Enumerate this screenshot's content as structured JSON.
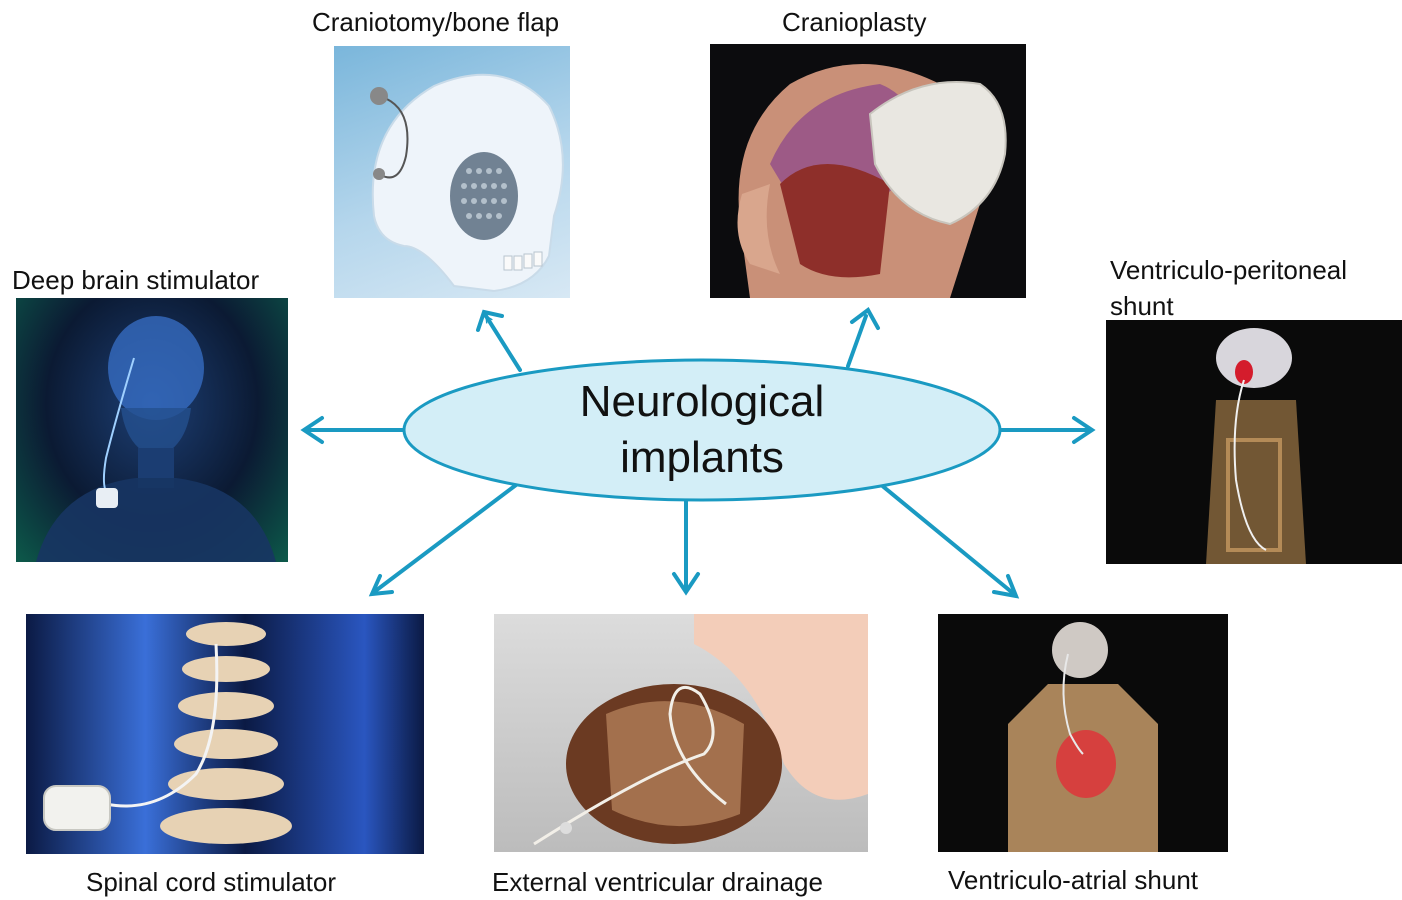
{
  "center": {
    "line1": "Neurological",
    "line2": "implants"
  },
  "items": {
    "craniotomy": "Craniotomy/bone flap",
    "cranioplasty": "Cranioplasty",
    "dbs": "Deep brain stimulator",
    "vp_line1": "Ventriculo-peritoneal",
    "vp_line2": "shunt",
    "scs": "Spinal cord stimulator",
    "evd": "External ventricular drainage",
    "va": "Ventriculo-atrial shunt"
  },
  "colors": {
    "arrow": "#1a9ac2",
    "ellipse_fill": "#d3eef7",
    "ellipse_stroke": "#1a9ac2"
  }
}
